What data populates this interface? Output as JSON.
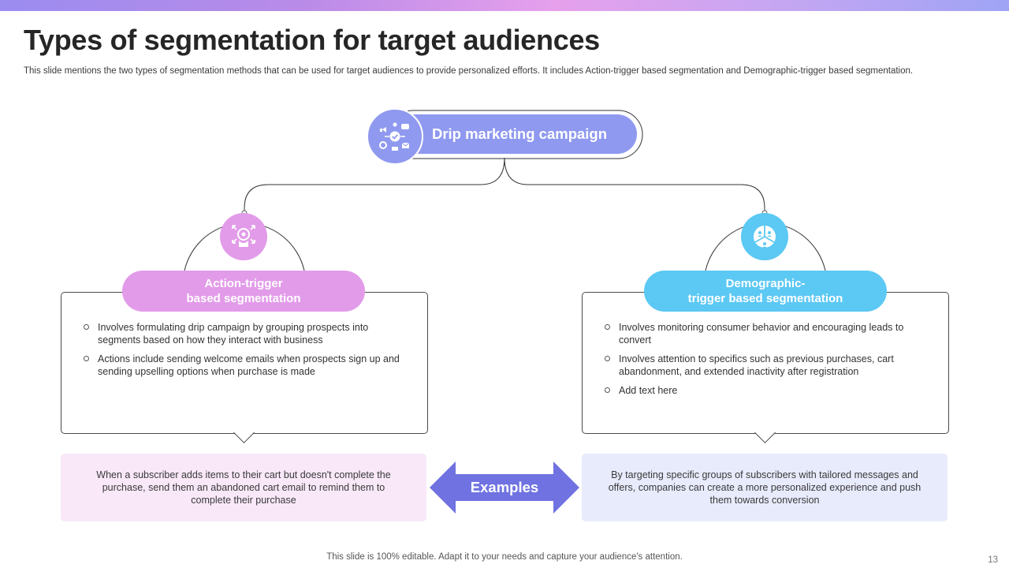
{
  "slide": {
    "title": "Types of segmentation for target audiences",
    "subtitle": "This slide mentions the two types of segmentation methods that can be used for target audiences to provide personalized efforts. It includes Action-trigger based segmentation and Demographic-trigger based segmentation.",
    "footer": "This slide is 100% editable. Adapt it to your needs and capture your audience's attention.",
    "page_number": "13"
  },
  "top": {
    "label": "Drip marketing campaign",
    "icon": "marketing-campaign-icon",
    "color": "#8f99ef"
  },
  "left": {
    "label_line1": "Action-trigger",
    "label_line2": "based segmentation",
    "icon": "target-hand-icon",
    "color": "#e29be9",
    "bullets": [
      "Involves formulating drip campaign by grouping prospects into segments based on how they interact with business",
      "Actions include sending welcome emails when prospects sign up and sending upselling options when purchase is made"
    ],
    "example": "When a subscriber adds items to their cart but doesn't complete the purchase, send them an abandoned cart email to remind them to complete their purchase",
    "example_bg": "#f8e8f8"
  },
  "right": {
    "label_line1": "Demographic-",
    "label_line2": "trigger based segmentation",
    "icon": "audience-segments-icon",
    "color": "#5cc8f4",
    "bullets": [
      "Involves monitoring consumer behavior and encouraging leads to convert",
      "Involves attention to specifics such as previous purchases, cart abandonment, and extended inactivity after registration",
      "Add text here"
    ],
    "example": "By targeting specific groups of subscribers with tailored messages and offers, companies can create a more personalized experience and push them towards conversion",
    "example_bg": "#e8ebfc"
  },
  "center": {
    "label": "Examples",
    "color": "#6f72e0"
  }
}
